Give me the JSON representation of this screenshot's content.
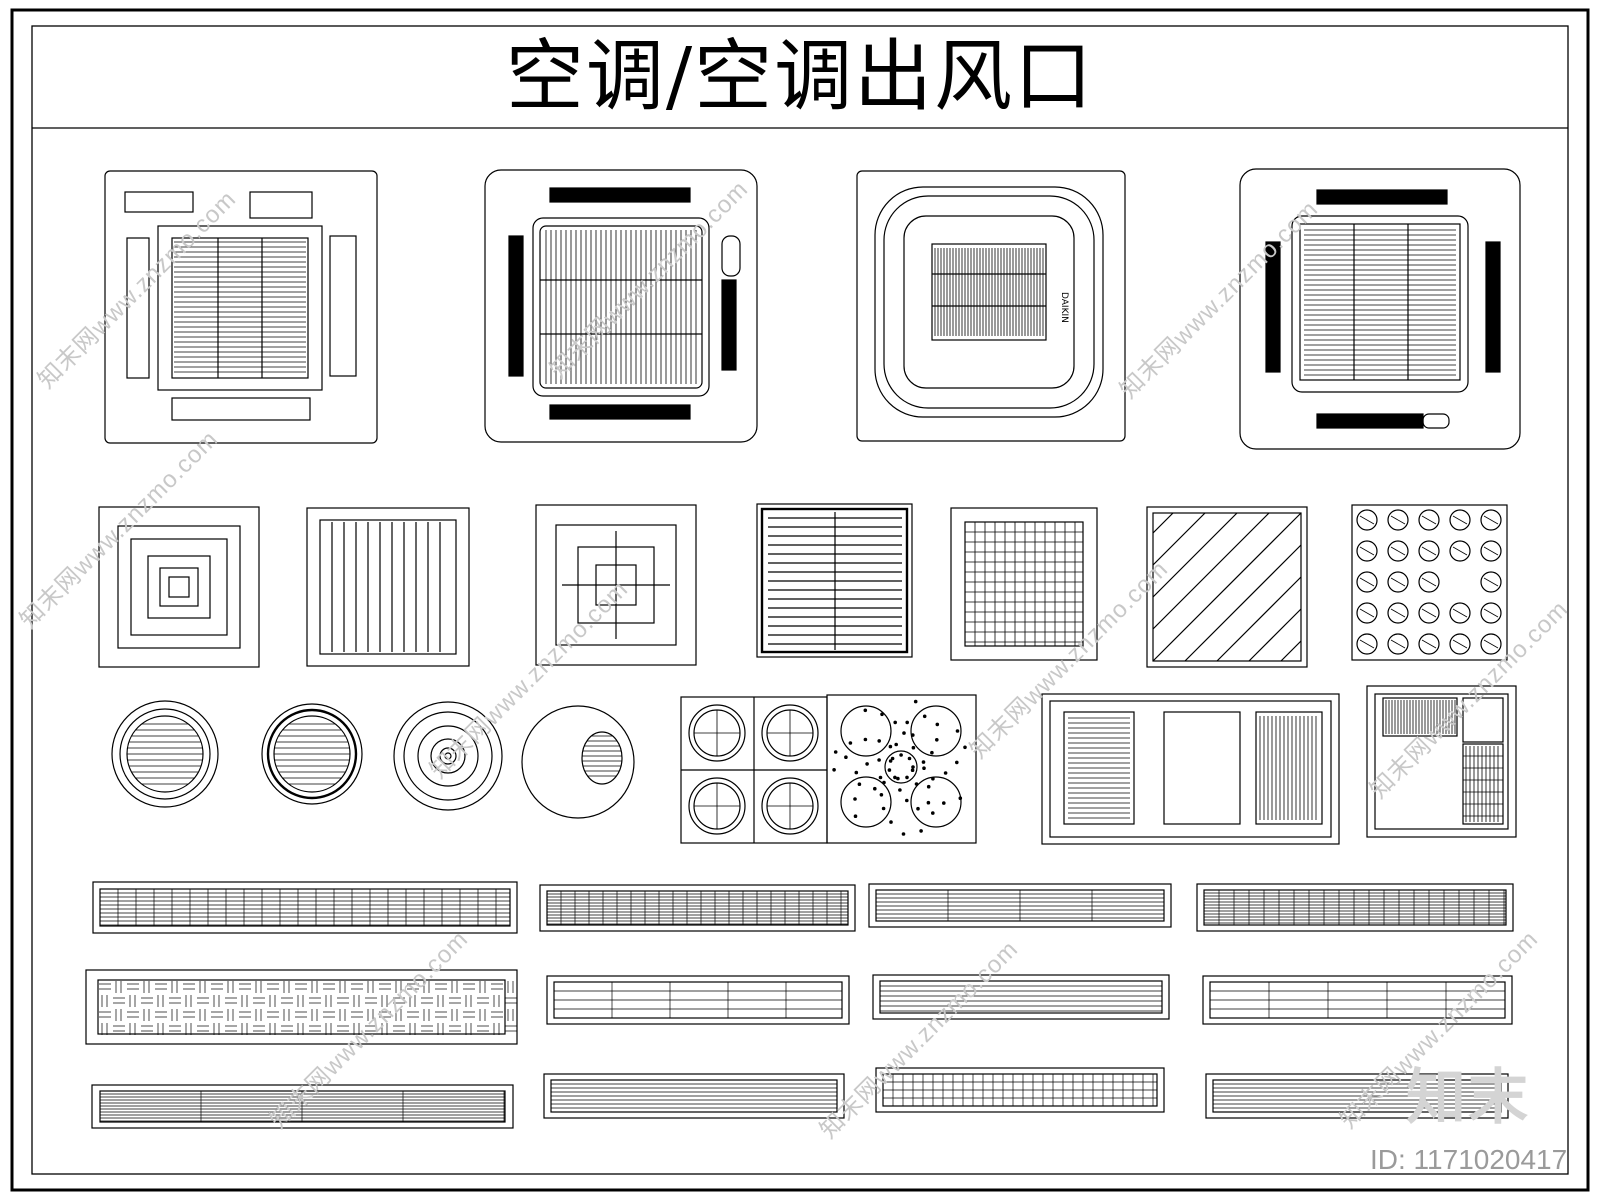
{
  "title": "空调/空调出风口",
  "watermark": "知末网www.znzmo.com",
  "logo": "知末",
  "image_id": "ID: 1171020417",
  "panel_brand": "DAIKIN"
}
